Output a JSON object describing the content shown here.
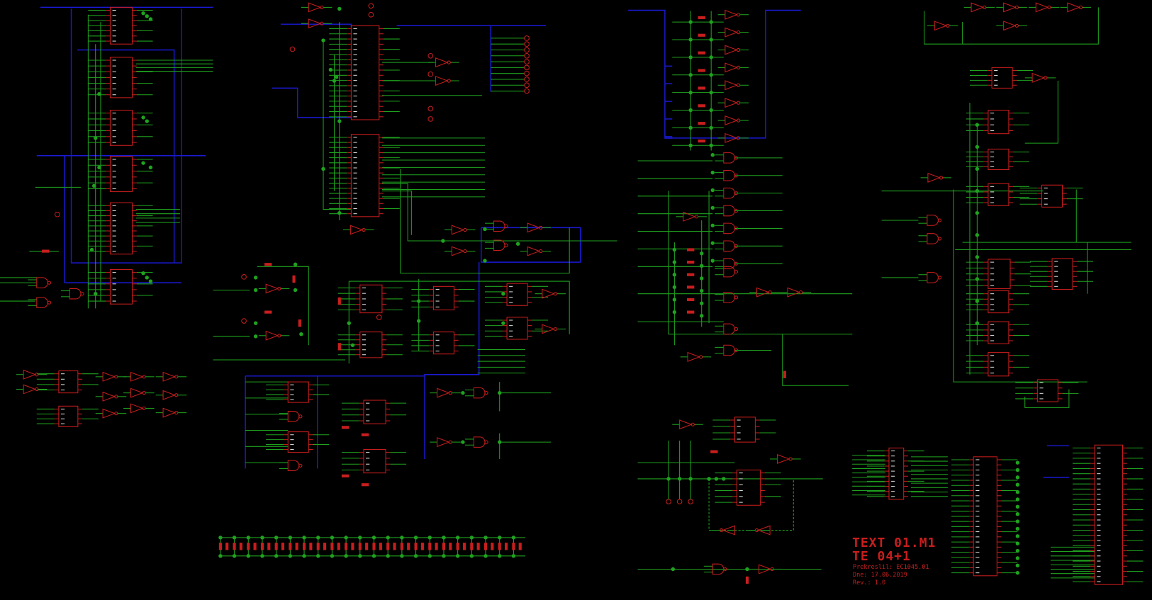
{
  "title_block": {
    "title": "TEXT 01.M1",
    "subtitle": "TE 04+1",
    "redrawn_by": "Prekreslil: EC1045.01",
    "date": "Dne: 17.06.2019",
    "revision": "Rev.: 1.0"
  },
  "colors": {
    "background": "#000000",
    "component": "#c81e1e",
    "wire": "#1fa31f",
    "junction": "#1fa31f",
    "bus": "#1a1ad6",
    "label": "#e0e0e0"
  }
}
